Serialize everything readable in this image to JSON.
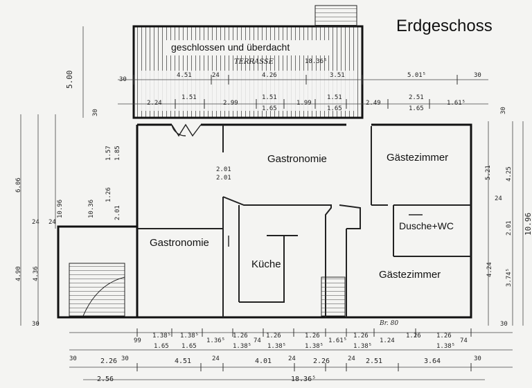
{
  "floor_title": "Erdgeschoss",
  "rooms": {
    "terrace_note": "geschlossen und überdacht",
    "terrace_handwritten": "TERRASSE",
    "gastronomie_main": "Gastronomie",
    "gastronomie_left": "Gastronomie",
    "kueche": "Küche",
    "gaestezimmer_top": "Gästezimmer",
    "dusche_wc": "Dusche+WC",
    "gaestezimmer_bottom": "Gästezimmer"
  },
  "dimensions_top": {
    "terrace_length": "18.36⁵",
    "row1": [
      "4.51",
      "24",
      "4.26",
      "3.51",
      "5.01⁵",
      "30"
    ],
    "row2": [
      "1.51",
      "1.51",
      "1.51",
      "2.51"
    ],
    "row3": [
      "2.24",
      "2.99",
      "1.65",
      "1.99",
      "1.65",
      "2.49",
      "1.65",
      "1.61⁵"
    ],
    "terrace_depth": "5.00",
    "left_30": "30"
  },
  "dimensions_left": [
    "6.06",
    "10.96",
    "10.36",
    "4.90",
    "4.36",
    "24",
    "24",
    "30",
    "30",
    "1.57",
    "1.85",
    "1.26",
    "2.01"
  ],
  "dimensions_right": [
    "5.21",
    "4.25",
    "10.96",
    "4.24",
    "3.74⁵",
    "2.01",
    "24",
    "30",
    "30"
  ],
  "dimensions_interior": {
    "opening_a": "2.01",
    "opening_b": "2.01",
    "brh": "Br. 80"
  },
  "dimensions_bottom": {
    "row1": [
      "99",
      "1.38⁵",
      "1.38⁵",
      "1.36⁵",
      "1.26",
      "74",
      "1.26",
      "1.26",
      "1.61⁵",
      "1.26",
      "1.24",
      "1.26",
      "1.26",
      "74"
    ],
    "row2": [
      "1.65",
      "1.65",
      "1.38⁵",
      "1.38⁵",
      "1.38⁵",
      "1.38⁵",
      "1.38⁵"
    ],
    "row3": [
      "30",
      "2.26",
      "30",
      "4.51",
      "24",
      "4.01",
      "24",
      "2.26",
      "24",
      "2.51",
      "3.64",
      "30"
    ],
    "row4": [
      "2.56",
      "18.36⁵"
    ]
  }
}
